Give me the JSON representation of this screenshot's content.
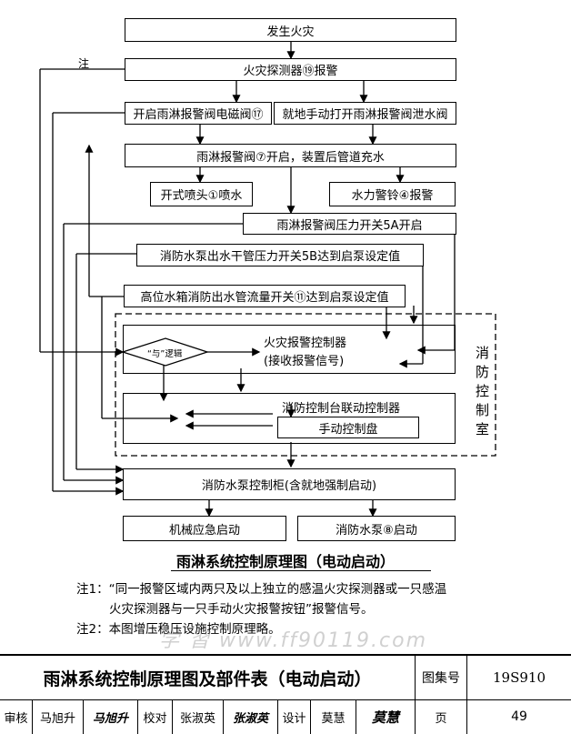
{
  "nodes": {
    "fire": "发生火灾",
    "detector": "火灾探测器⑲报警",
    "solenoid": "开启雨淋报警阀电磁阀⑰",
    "manual_open": "就地手动打开雨淋报警阀泄水阀",
    "deluge_valve": "雨淋报警阀⑦开启，装置后管道充水",
    "open_sprinkler": "开式喷头①喷水",
    "water_gong": "水力警铃④报警",
    "pressure_5a": "雨淋报警阀压力开关5A开启",
    "pressure_5b": "消防水泵出水干管压力开关5B达到启泵设定值",
    "flow_11": "高位水箱消防出水管流量开关⑪达到启泵设定值",
    "alarm_controller": "火灾报警控制器",
    "alarm_controller_sub": "(接收报警信号)",
    "and_logic": "“与”逻辑",
    "linkage_controller": "消防控制台联动控制器",
    "manual_panel": "手动控制盘",
    "pump_cabinet": "消防水泵控制柜(含就地强制启动)",
    "mech_start": "机械应急启动",
    "pump_start": "消防水泵⑧启动"
  },
  "note_marker": "注",
  "control_room": [
    "消",
    "防",
    "控",
    "制",
    "室"
  ],
  "diagram_title": "雨淋系统控制原理图（电动启动）",
  "notes": [
    "注1：“同一报警区域内两只及以上独立的感温火灾探测器或一只感温",
    "火灾探测器与一只手动火灾报警按钮”报警信号。",
    "注2：本图增压稳压设施控制原理略。"
  ],
  "watermark": "学 習 www.ff90119.com",
  "titleblock": {
    "main_title": "雨淋系统控制原理图及部件表（电动启动）",
    "atlas_label": "图集号",
    "atlas_no": "19S910",
    "review_label": "审核",
    "reviewer": "马旭升",
    "reviewer_sig": "马旭升",
    "check_label": "校对",
    "checker": "张淑英",
    "checker_sig": "张淑英",
    "design_label": "设计",
    "designer": "莫慧",
    "designer_sig": "莫慧",
    "page_label": "页",
    "page_no": "49"
  }
}
